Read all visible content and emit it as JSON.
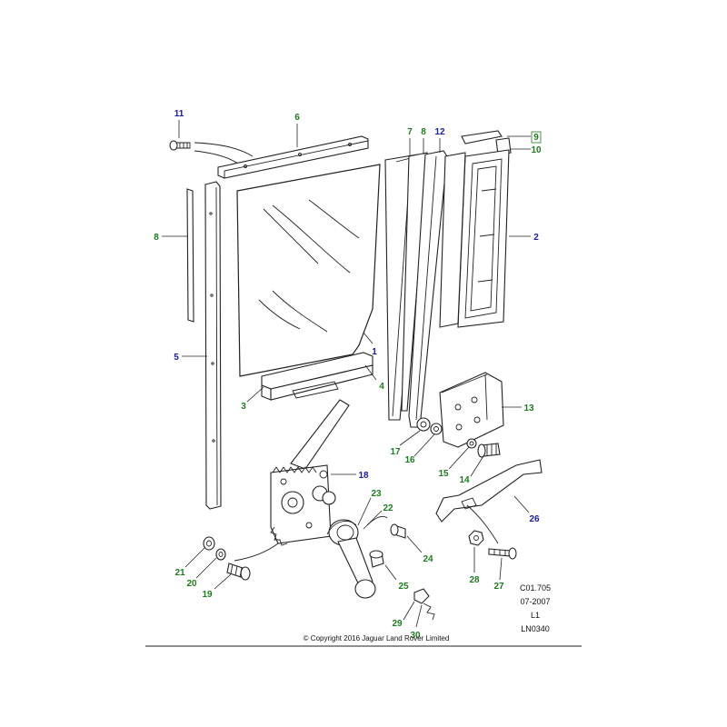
{
  "colors": {
    "callout_green": "#1f7a1f",
    "callout_blue": "#1a1aa6",
    "line": "#222222",
    "background": "#ffffff"
  },
  "callouts": [
    {
      "id": "c11",
      "text": "11",
      "color": "blue"
    },
    {
      "id": "c6",
      "text": "6",
      "color": "green"
    },
    {
      "id": "c7",
      "text": "7",
      "color": "green"
    },
    {
      "id": "c8b",
      "text": "8",
      "color": "green"
    },
    {
      "id": "c12",
      "text": "12",
      "color": "blue"
    },
    {
      "id": "c9",
      "text": "9",
      "color": "green"
    },
    {
      "id": "c10",
      "text": "10",
      "color": "green"
    },
    {
      "id": "c8a",
      "text": "8",
      "color": "green"
    },
    {
      "id": "c2",
      "text": "2",
      "color": "blue"
    },
    {
      "id": "c1",
      "text": "1",
      "color": "blue"
    },
    {
      "id": "c5",
      "text": "5",
      "color": "blue"
    },
    {
      "id": "c4",
      "text": "4",
      "color": "green"
    },
    {
      "id": "c3",
      "text": "3",
      "color": "green"
    },
    {
      "id": "c13",
      "text": "13",
      "color": "green"
    },
    {
      "id": "c17",
      "text": "17",
      "color": "green"
    },
    {
      "id": "c16",
      "text": "16",
      "color": "green"
    },
    {
      "id": "c15",
      "text": "15",
      "color": "green"
    },
    {
      "id": "c14",
      "text": "14",
      "color": "green"
    },
    {
      "id": "c18",
      "text": "18",
      "color": "blue"
    },
    {
      "id": "c23",
      "text": "23",
      "color": "green"
    },
    {
      "id": "c22",
      "text": "22",
      "color": "green"
    },
    {
      "id": "c26",
      "text": "26",
      "color": "blue"
    },
    {
      "id": "c24",
      "text": "24",
      "color": "green"
    },
    {
      "id": "c21",
      "text": "21",
      "color": "green"
    },
    {
      "id": "c20",
      "text": "20",
      "color": "green"
    },
    {
      "id": "c19",
      "text": "19",
      "color": "green"
    },
    {
      "id": "c25",
      "text": "25",
      "color": "green"
    },
    {
      "id": "c28",
      "text": "28",
      "color": "green"
    },
    {
      "id": "c27",
      "text": "27",
      "color": "green"
    },
    {
      "id": "c29",
      "text": "29",
      "color": "green"
    },
    {
      "id": "c30",
      "text": "30",
      "color": "green"
    }
  ],
  "reference_block": {
    "line1": "C01.705",
    "line2": "07-2007",
    "line3": "L1",
    "line4": "LN0340"
  },
  "copyright": "© Copyright 2016 Jaguar Land Rover Limited"
}
